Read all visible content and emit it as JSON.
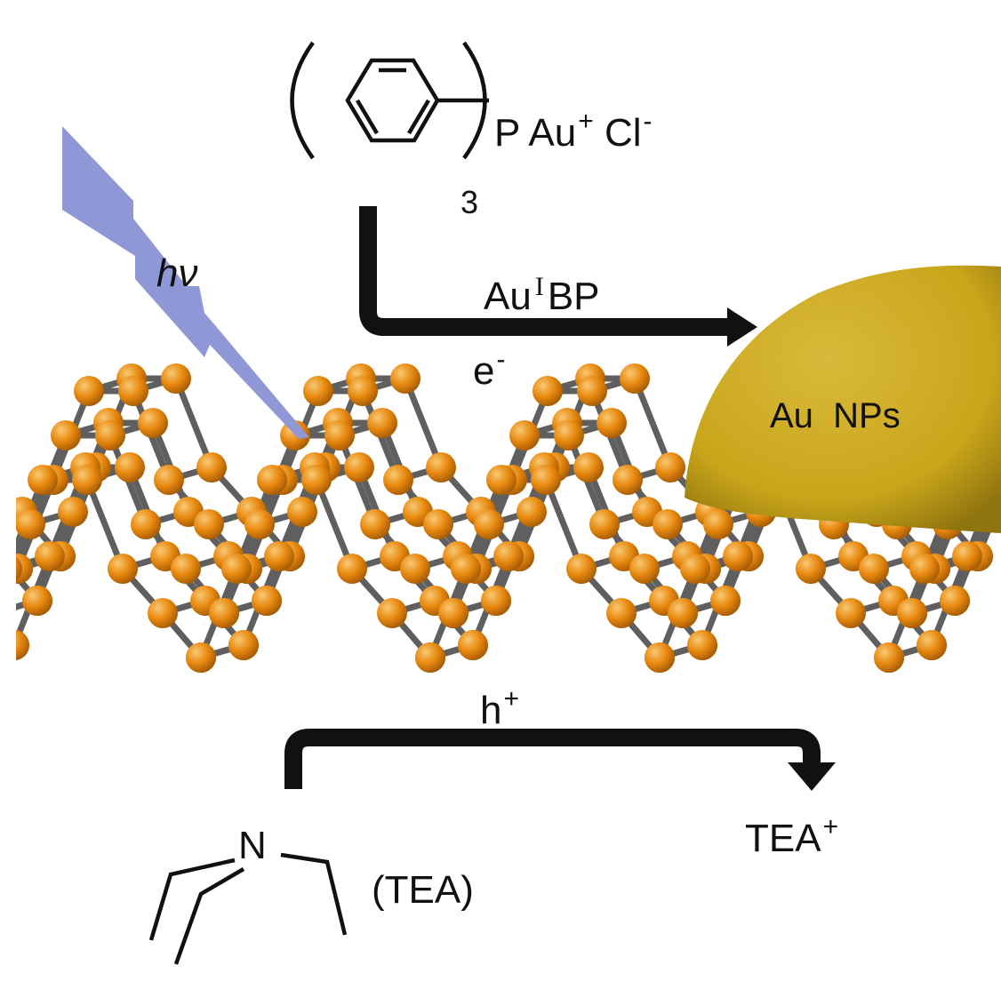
{
  "colors": {
    "light_beam": "#8f98d6",
    "atom": "#e8890f",
    "atom_highlight": "#f6c16a",
    "atom_shadow": "#a85d05",
    "bond": "#5f5f5f",
    "gold_np": "#cdaa1c",
    "gold_np_dark": "#8f7410",
    "ink": "#111111"
  },
  "icons": {
    "benzene": "benzene-ring-icon",
    "light": "lightning-bolt-icon",
    "amine": "triethylamine-skeletal-icon"
  },
  "labels": {
    "precursor_P": "P",
    "precursor_Au": "Au",
    "precursor_Au_charge": "+",
    "precursor_Cl": "Cl",
    "precursor_Cl_charge": "-",
    "precursor_subscript": "3",
    "photon": "hν",
    "arrow_top_main": "Au",
    "arrow_top_roman": "I",
    "arrow_top_tail": "BP",
    "electron": "e",
    "electron_charge": "-",
    "nanoparticle": "Au  NPs",
    "hole": "h",
    "hole_charge": "+",
    "amine_N": "N",
    "amine_name": "(TEA)",
    "product": "TEA",
    "product_charge": "+"
  }
}
